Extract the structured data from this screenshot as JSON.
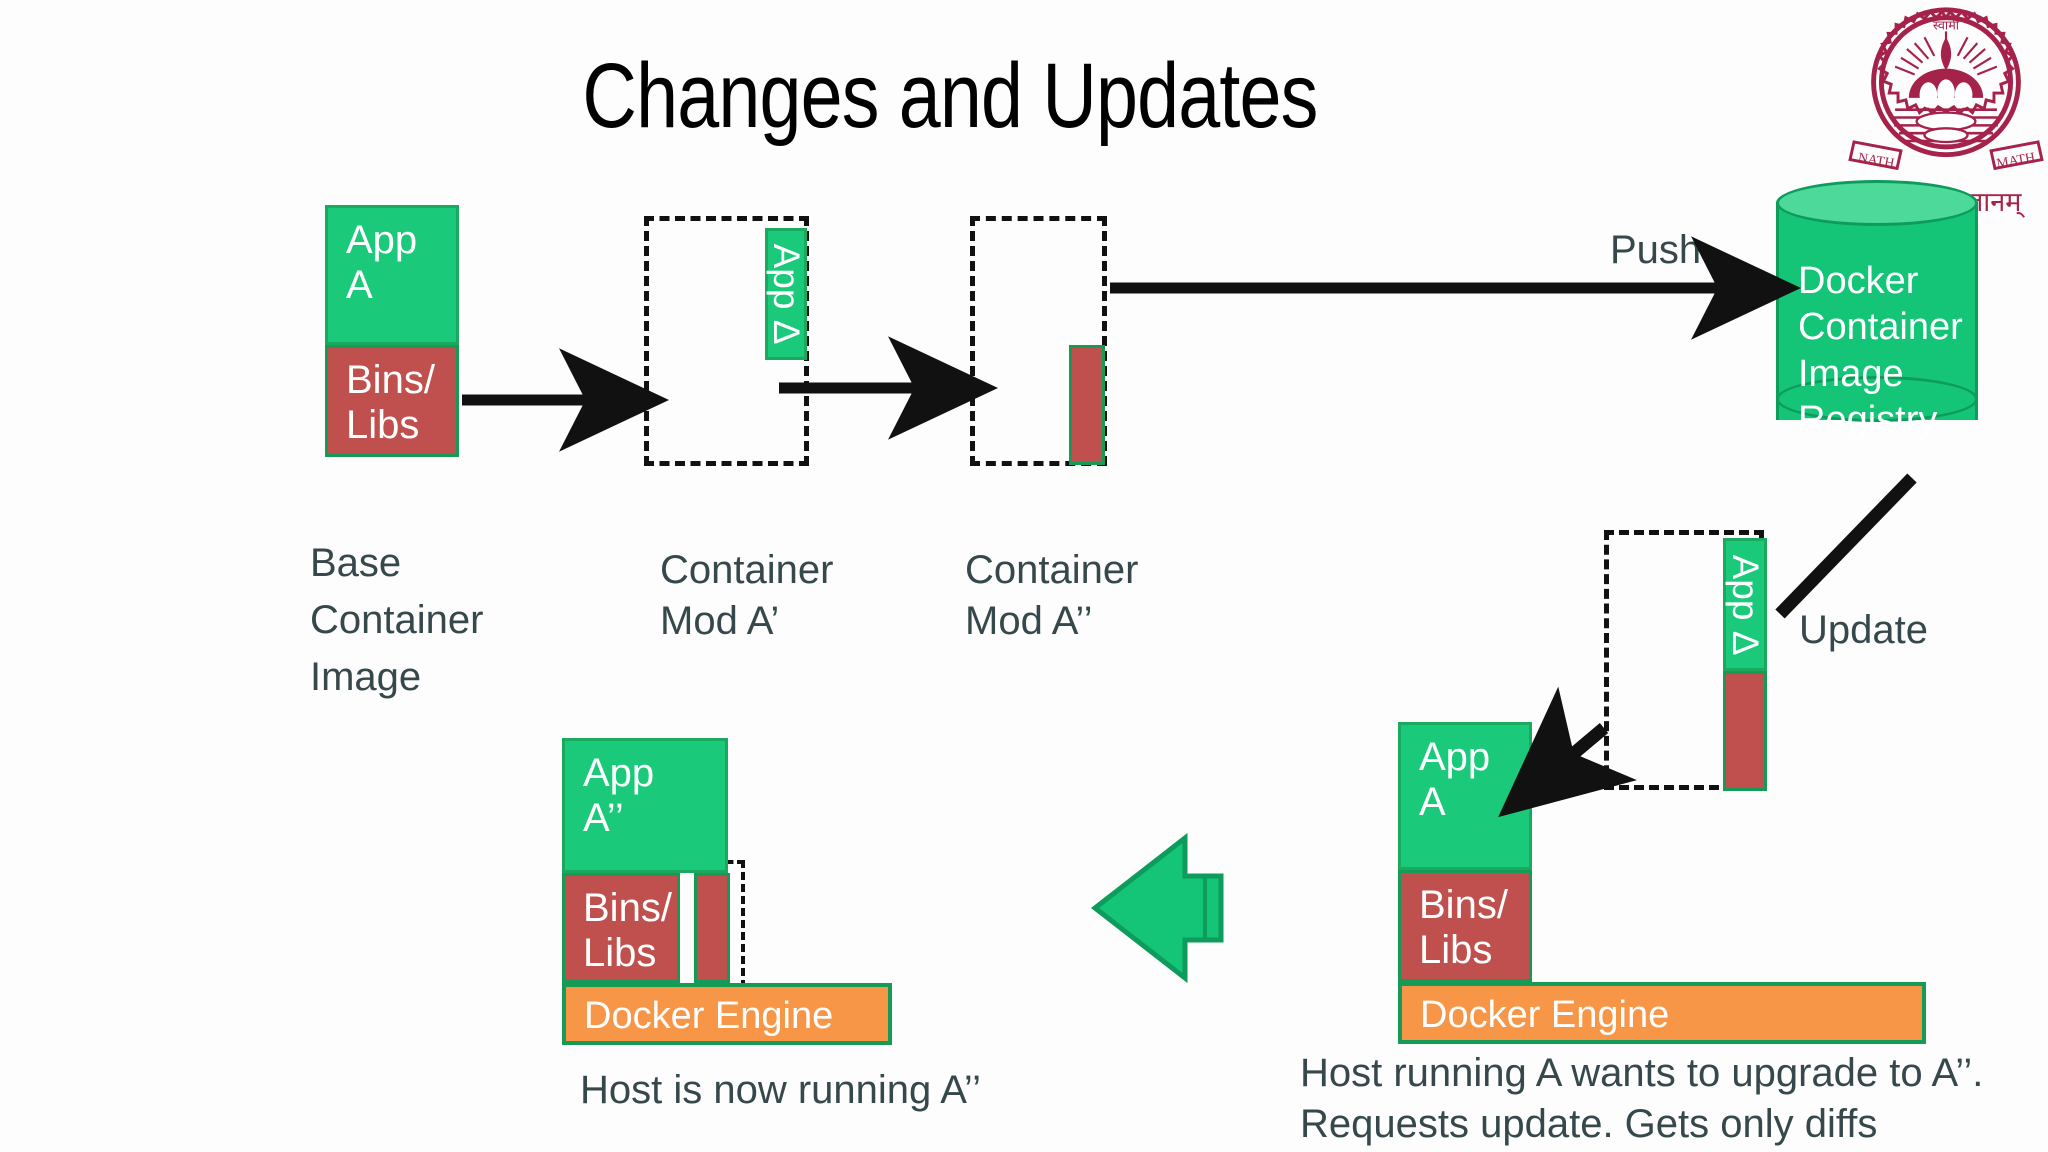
{
  "slide": {
    "title": "Changes and Updates",
    "background": "#fdfdfd"
  },
  "colors": {
    "app_green": "#1BC97A",
    "green_border": "#159B55",
    "bins_red": "#C0504D",
    "engine_orange": "#F79646",
    "caption_text": "#36484B",
    "registry_green": "#14C477",
    "registry_top_green": "#4CD99A",
    "logo_crimson": "#A5234A",
    "arrow_black": "#111111"
  },
  "base_image": {
    "app_label": "App\nA",
    "bins_label": "Bins/\nLibs",
    "caption": "Base\nContainer\nImage"
  },
  "container_mod_a1": {
    "delta_label": "App Δ",
    "caption": "Container\nMod A’"
  },
  "container_mod_a2": {
    "caption": "Container\nMod A’’"
  },
  "registry": {
    "label": "Docker\nContainer\nImage\nRegistry"
  },
  "arrows": {
    "push_label": "Push",
    "update_label": "Update"
  },
  "update_container": {
    "delta_label": "App Δ"
  },
  "host_right": {
    "app_label": "App\nA",
    "bins_label": "Bins/\nLibs",
    "engine_label": "Docker Engine",
    "caption": "Host running A wants to upgrade to A’’.\nRequests update. Gets only diffs"
  },
  "host_left": {
    "app_label": "App\nA’’",
    "bins_label": "Bins/\nLibs",
    "engine_label": "Docker Engine",
    "caption": "Host is now running A’’"
  },
  "logo": {
    "icon": "ramakrishna-mission-emblem",
    "ribbon_left": "NATH",
    "ribbon_right": "MATH",
    "devanagari": "ज्ञानम्"
  }
}
